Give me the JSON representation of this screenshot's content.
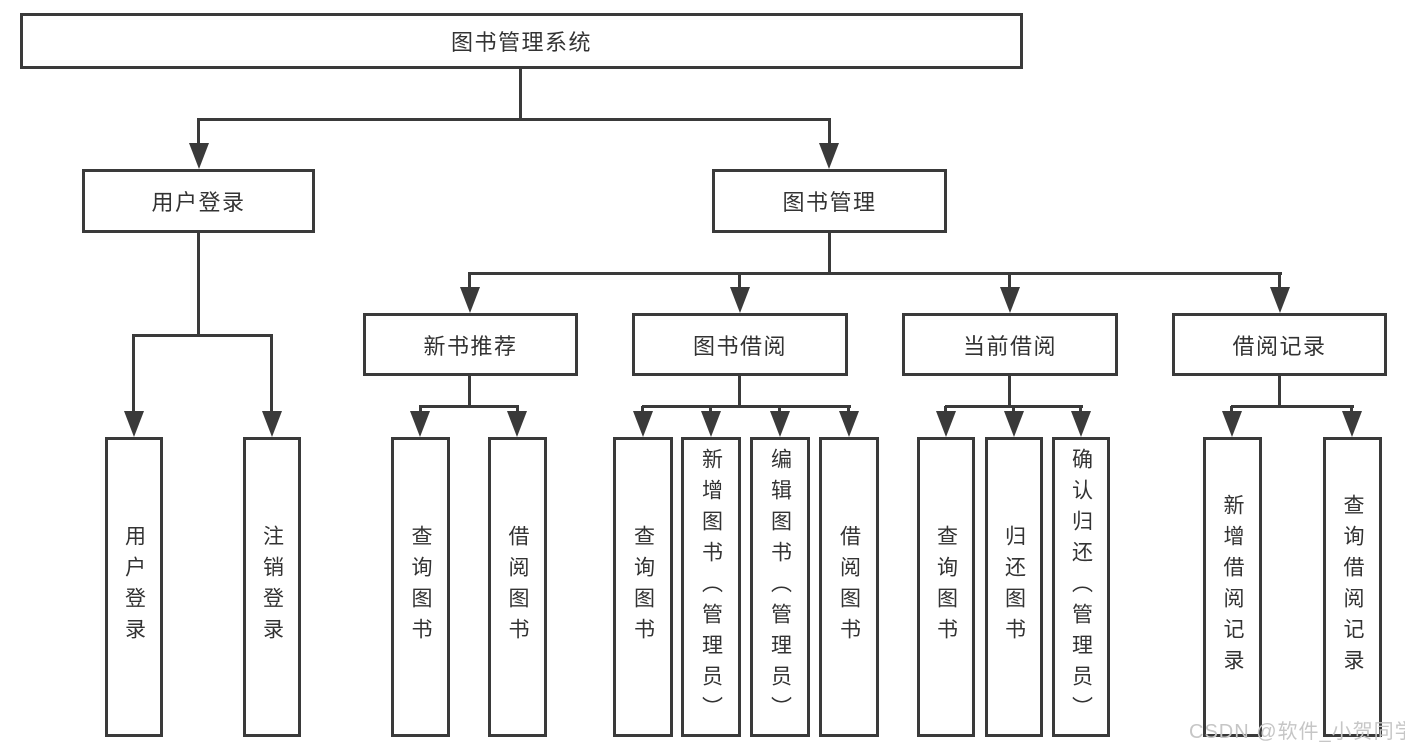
{
  "diagram": {
    "type": "org-tree",
    "root": {
      "label": "图书管理系统",
      "children": [
        {
          "label": "用户登录",
          "children": [
            {
              "label": "用户登录"
            },
            {
              "label": "注销登录"
            }
          ]
        },
        {
          "label": "图书管理",
          "children": [
            {
              "label": "新书推荐",
              "children": [
                {
                  "label": "查询图书"
                },
                {
                  "label": "借阅图书"
                }
              ]
            },
            {
              "label": "图书借阅",
              "children": [
                {
                  "label": "查询图书"
                },
                {
                  "label": "新增图书（管理员）"
                },
                {
                  "label": "编辑图书（管理员）"
                },
                {
                  "label": "借阅图书"
                }
              ]
            },
            {
              "label": "当前借阅",
              "children": [
                {
                  "label": "查询图书"
                },
                {
                  "label": "归还图书"
                },
                {
                  "label": "确认归还（管理员）"
                }
              ]
            },
            {
              "label": "借阅记录",
              "children": [
                {
                  "label": "新增借阅记录"
                },
                {
                  "label": "查询借阅记录"
                }
              ]
            }
          ]
        }
      ]
    }
  },
  "watermark": {
    "text": "CSDN @软件_小贺同学"
  },
  "colors": {
    "line": "#3a3a3a",
    "box_border": "#3a3a3a",
    "text": "#333333",
    "watermark": "#c6c6c6",
    "background": "#ffffff"
  }
}
